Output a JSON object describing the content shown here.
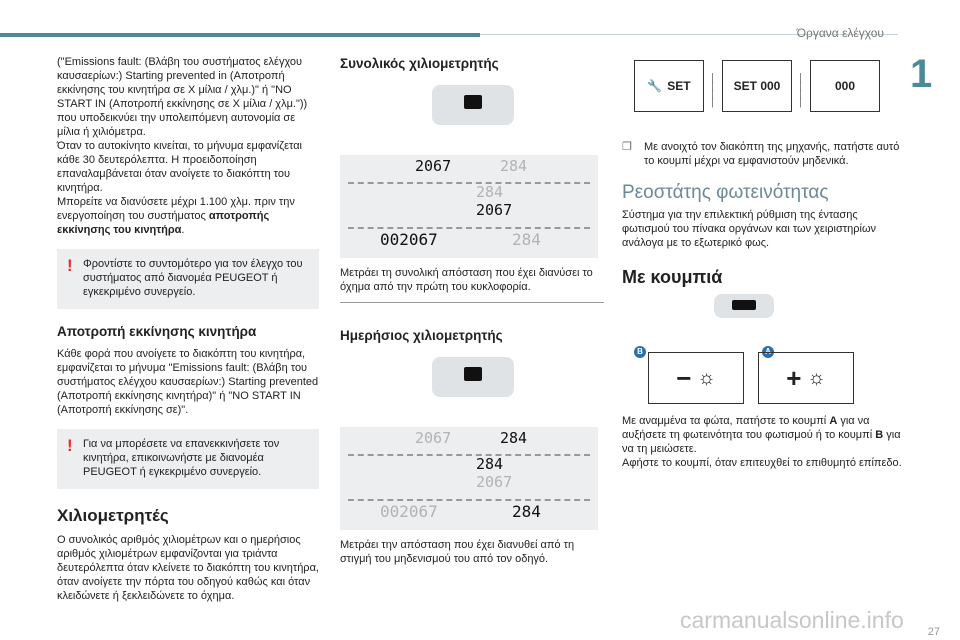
{
  "header": {
    "chapter_title": "Όργανα ελέγχου",
    "chapter_number": "1"
  },
  "col1": {
    "p1": "(\"Emissions fault: (Βλάβη του συστήματος ελέγχου καυσαερίων:) Starting prevented in (Αποτροπή εκκίνησης του κινητήρα σε X μίλια / χλμ.)\" ή \"NO START IN (Αποτροπή εκκίνησης σε X μίλια / χλμ.\"))",
    "p2": "που υποδεικνύει την υπολειπόμενη αυτονομία σε μίλια ή χιλιόμετρα.",
    "p3": "Όταν το αυτοκίνητο κινείται, το μήνυμα εμφανίζεται κάθε 30 δευτερόλεπτα. Η προειδοποίηση επαναλαμβάνεται όταν ανοίγετε το διακόπτη του κινητήρα.",
    "p4": "Μπορείτε να διανύσετε μέχρι 1.100 χλμ. πριν την ενεργοποίηση του συστήματος ",
    "p4_bold": "αποτροπής εκκίνησης του κινητήρα",
    "p4_end": ".",
    "warn1": "Φροντίστε το συντομότερο για τον έλεγχο του συστήματος από διανομέα PEUGEOT ή εγκεκριμένο συνεργείο.",
    "h_prevent": "Αποτροπή εκκίνησης κινητήρα",
    "p5": "Κάθε φορά που ανοίγετε το διακόπτη του κινητήρα, εμφανίζεται το μήνυμα \"Emissions fault: (Βλάβη του συστήματος ελέγχου καυσαερίων:) Starting prevented (Αποτροπή εκκίνησης κινητήρα)\" ή \"NO START IN (Αποτροπή εκκίνησης σε)\".",
    "warn2": "Για να μπορέσετε να επανεκκινήσετε τον κινητήρα, επικοινωνήστε με διανομέα PEUGEOT ή εγκεκριμένο συνεργείο.",
    "h_odometers": "Χιλιομετρητές",
    "p6": "Ο συνολικός αριθμός χιλιομέτρων και ο ημερήσιος αριθμός χιλιομέτρων εμφανίζονται για τριάντα δευτερόλεπτα όταν κλείνετε το διακόπτη του κινητήρα, όταν ανοίγετε την πόρτα του οδηγού καθώς και όταν κλειδώνετε ή ξεκλειδώνετε το όχημα."
  },
  "col2": {
    "h_total": "Συνολικός χιλιομετρητής",
    "display_total": {
      "r1a": "2067",
      "r1b": "284",
      "r2a": "284",
      "r2b": "2067",
      "r3a": "002067",
      "r3b": "284"
    },
    "p_total": "Μετράει τη συνολική απόσταση που έχει διανύσει το όχημα από την πρώτη του κυκλοφορία.",
    "h_trip": "Ημερήσιος χιλιομετρητής",
    "display_trip": {
      "r1a": "2067",
      "r1b": "284",
      "r2a": "284",
      "r2b": "2067",
      "r3a": "002067",
      "r3b": "284"
    },
    "p_trip": "Μετράει την απόσταση που έχει διανυθεί από τη στιγμή του μηδενισμού του από τον οδηγό."
  },
  "col3": {
    "set1": "SET",
    "set2": "SET 000",
    "set3": "000",
    "bullet": "Με ανοιχτό τον διακόπτη της μηχανής, πατήστε αυτό το κουμπί μέχρι να εμφανιστούν μηδενικά.",
    "h_rheo": "Ρεοστάτης φωτεινότητας",
    "p_rheo": "Σύστημα για την επιλεκτική ρύθμιση της έντασης φωτισμού του πίνακα οργάνων και των χειριστηρίων ανάλογα με το εξωτερικό φως.",
    "h_buttons": "Με κουμπιά",
    "badge_b": "B",
    "badge_a": "A",
    "p_buttons1": "Με αναμμένα τα φώτα, πατήστε το κουμπί ",
    "p_buttons1_a": "A",
    "p_buttons1_mid": " για να αυξήσετε τη φωτεινότητα του φωτισμού ή το κουμπί ",
    "p_buttons1_b": "B",
    "p_buttons1_end": " για να τη μειώσετε.",
    "p_buttons2": "Αφήστε το κουμπί, όταν επιτευχθεί το επιθυμητό επίπεδο."
  },
  "footer": {
    "page_number": "27",
    "watermark": "carmanualsonline.info"
  }
}
